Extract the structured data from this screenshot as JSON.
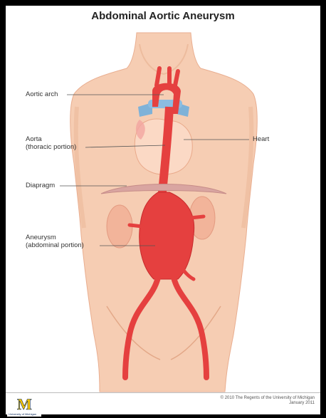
{
  "title": "Abdominal Aortic Aneurysm",
  "labels": {
    "aortic_arch": "Aortic arch",
    "aorta_line1": "Aorta",
    "aorta_line2": "(thoracic portion)",
    "heart": "Heart",
    "diaphragm": "Diapragm",
    "aneurysm_line1": "Aneurysm",
    "aneurysm_line2": "(abdominal portion)"
  },
  "footer": {
    "copyright_line1": "© 2010 The Regents of the University of Michigan",
    "copyright_line2": "January 2011",
    "logo_letter": "M",
    "logo_text": "University of Michigan"
  },
  "colors": {
    "skin": "#f6cdb3",
    "skin_shadow": "#e9ae90",
    "aorta": "#e5403f",
    "aorta_dark": "#c62a2c",
    "heart": "#fbd9c5",
    "vein": "#7fb2d8",
    "kidney": "#f2b49a",
    "logo_blue": "#0b2a5b",
    "logo_maize": "#f5c400"
  }
}
